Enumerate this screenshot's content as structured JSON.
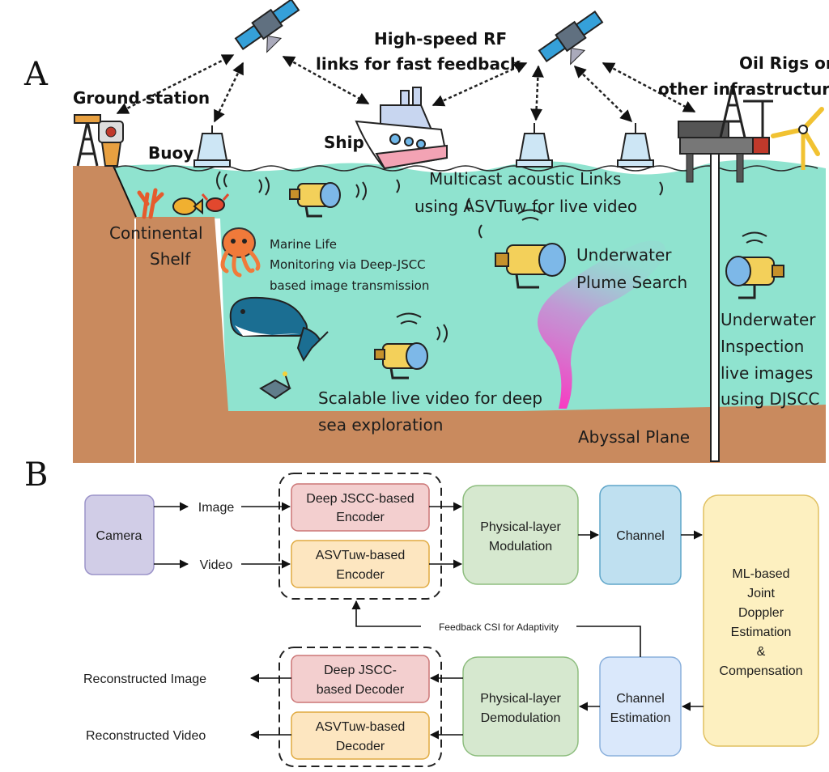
{
  "panel_a": {
    "letter": "A",
    "labels": {
      "ground_station": "Ground station",
      "buoy": "Buoy",
      "ship": "Ship",
      "rf_line1": "High-speed RF",
      "rf_line2": "links for fast feedback",
      "oil_line1": "Oil Rigs or",
      "oil_line2": "other infrastructure",
      "shelf_line1": "Continental",
      "shelf_line2": "Shelf",
      "marine_line1": "Marine Life",
      "marine_line2": "Monitoring via Deep-JSCC",
      "marine_line3": "based image transmission",
      "acoustic_line1": "Multicast acoustic Links",
      "acoustic_line2": "using ASVTuw for live video",
      "plume_line1": "Underwater",
      "plume_line2": "Plume Search",
      "inspect_line1": "Underwater",
      "inspect_line2": "Inspection",
      "inspect_line3": "live images",
      "inspect_line4": "using DJSCC",
      "deep_line1": "Scalable live video for deep",
      "deep_line2": "sea exploration",
      "abyssal": "Abyssal Plane"
    },
    "colors": {
      "sea": "#8fe3cf",
      "seabed": "#c98a5e",
      "plume": "#e23ec9"
    }
  },
  "panel_b": {
    "letter": "B",
    "camera": "Camera",
    "image": "Image",
    "video": "Video",
    "enc_jscc_1": "Deep JSCC-based",
    "enc_jscc_2": "Encoder",
    "enc_asv_1": "ASVTuw-based",
    "enc_asv_2": "Encoder",
    "mod_1": "Physical-layer",
    "mod_2": "Modulation",
    "channel": "Channel",
    "ml_1": "ML-based",
    "ml_2": "Joint",
    "ml_3": "Doppler",
    "ml_4": "Estimation",
    "ml_5": "&",
    "ml_6": "Compensation",
    "feedback": "Feedback CSI for Adaptivity",
    "dec_jscc_1": "Deep JSCC-",
    "dec_jscc_2": "based Decoder",
    "dec_asv_1": "ASVTuw-based",
    "dec_asv_2": "Decoder",
    "demod_1": "Physical-layer",
    "demod_2": "Demodulation",
    "chest_1": "Channel",
    "chest_2": "Estimation",
    "recon_image": "Reconstructed Image",
    "recon_video": "Reconstructed Video",
    "colors": {
      "camera": "#d1cde7",
      "jscc": "#f3cfcf",
      "asv": "#fde6c0",
      "modulation": "#d6e8cf",
      "channel": "#bfe0f0",
      "ml": "#fdf0c0",
      "estimation": "#dae8fb"
    }
  }
}
